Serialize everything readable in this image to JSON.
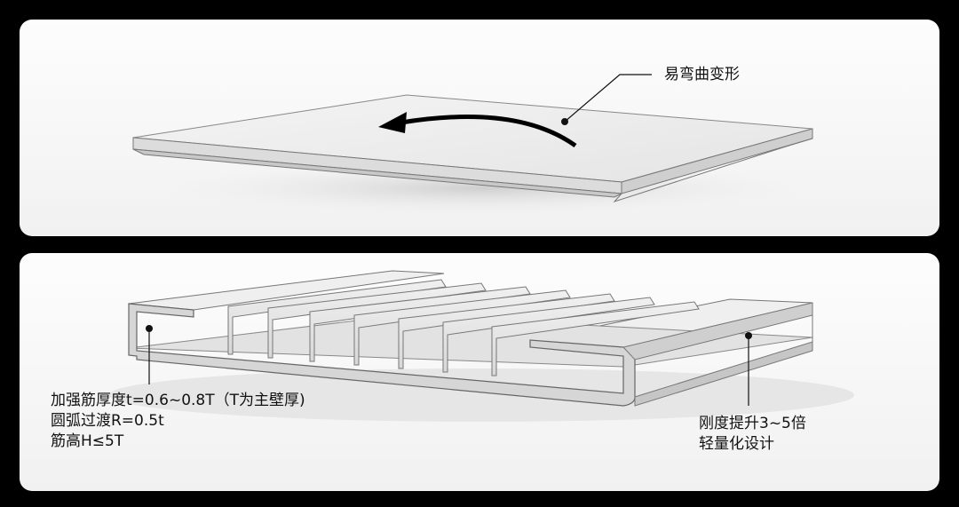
{
  "top_panel": {
    "callout": "易弯曲变形"
  },
  "bottom_panel": {
    "left_callout": [
      "加强筋厚度t=0.6~0.8T（T为主壁厚)",
      "圆弧过渡R=0.5t",
      "筋高H≤5T"
    ],
    "right_callout": [
      "刚度提升3~5倍",
      "轻量化设计"
    ]
  }
}
